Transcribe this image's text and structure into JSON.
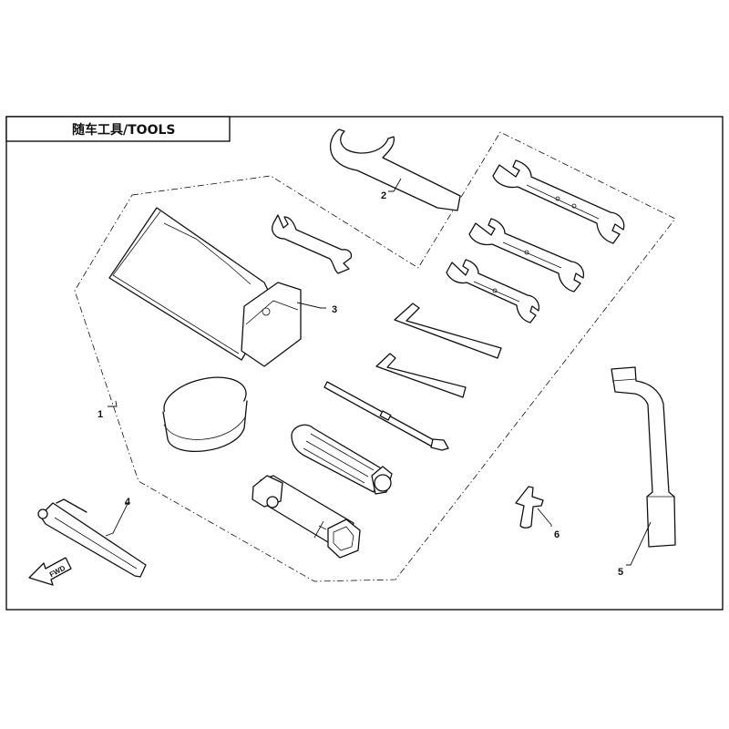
{
  "title": "随车工具/TOOLS",
  "fwd_label": "FWD",
  "callouts": [
    {
      "number": "1",
      "part": "tool-kit-group"
    },
    {
      "number": "2",
      "part": "hook-spanner"
    },
    {
      "number": "3",
      "part": "tool-bag"
    },
    {
      "number": "4",
      "part": "tire-pressure-gauge"
    },
    {
      "number": "5",
      "part": "l-socket-wrench"
    },
    {
      "number": "6",
      "part": "clip-fastener"
    }
  ],
  "icons": [
    "hook-spanner-icon",
    "open-end-wrench-icon",
    "double-wrench-icon",
    "hex-key-icon",
    "screwdriver-icon",
    "tool-bag-icon",
    "ring-icon",
    "spark-plug-wrench-icon",
    "l-socket-wrench-icon",
    "clip-icon",
    "pressure-gauge-icon",
    "fwd-arrow-icon"
  ]
}
